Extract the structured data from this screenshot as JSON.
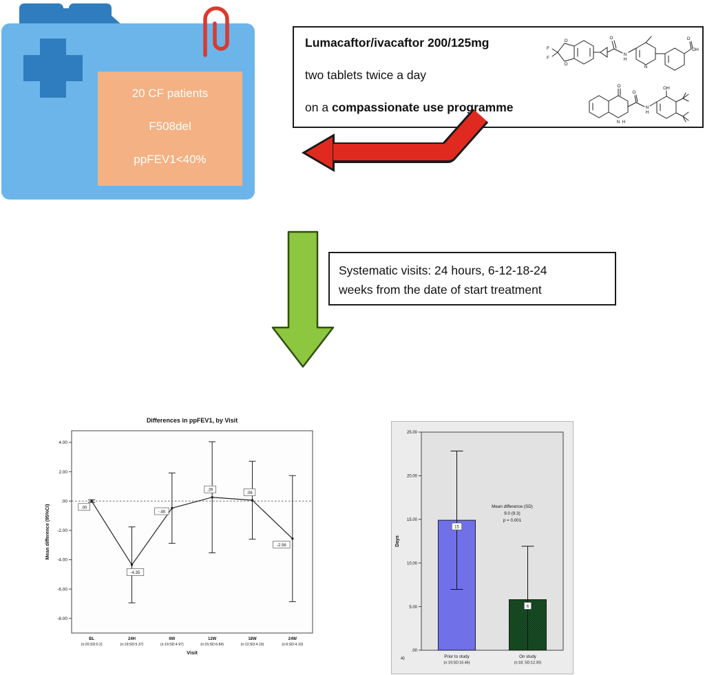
{
  "colors": {
    "folder_body": "#6cb5ea",
    "folder_tab": "#2f7dbf",
    "patient_panel": "#f4b183",
    "paperclip": "#d93a30",
    "red_arrow": "#e02a20",
    "green_arrow": "#8dc63f",
    "bar_prior": "#7070e8",
    "bar_on_study": "#1e5b2c"
  },
  "folder": {
    "lines": [
      "20 CF patients",
      "F508del",
      "ppFEV1<40%"
    ]
  },
  "drug_box": {
    "line1": "Lumacaftor/ivacaftor 200/125mg",
    "line2": "two tablets twice a day",
    "line3_prefix": "on a ",
    "line3_bold": "compassionate use programme"
  },
  "molecules": {
    "top_labels": [
      "F",
      "F",
      "O",
      "O",
      "O",
      "N",
      "H",
      "N",
      "O",
      "OH"
    ],
    "bottom_labels": [
      "O",
      "N",
      "H",
      "O",
      "N",
      "H",
      "OH"
    ]
  },
  "visits_box": {
    "line1": "Systematic visits: 24 hours, 6-12-18-24",
    "line2": "weeks from the date of start treatment"
  },
  "chart_data": [
    {
      "type": "line",
      "title": "Differences in ppFEV1, by Visit",
      "xlabel": "Visit",
      "ylabel": "Mean difference (95%CI)",
      "ylim": [
        -9.0,
        4.8
      ],
      "yticks": [
        4,
        2,
        0,
        -2,
        -4,
        -6,
        -8
      ],
      "ytick_labels": [
        "4.00",
        "2.00",
        ".00",
        "-2.00",
        "-4.00",
        "-6.00",
        "-8.00"
      ],
      "reference_line": 0,
      "grid": false,
      "categories": [
        "BL",
        "24H",
        "6W",
        "12W",
        "18W",
        "24W"
      ],
      "category_sublabels": [
        "(n:20;SD:0.2)",
        "(n:19;SD:5.37)",
        "(n:19;SD:4.97)",
        "(n:15;SD:6.84)",
        "(n:12;SD:4.19)",
        "(n:6;SD:4.10)"
      ],
      "values": [
        0.0,
        -4.35,
        -0.48,
        0.26,
        0.06,
        -2.56
      ],
      "point_labels": [
        ".00",
        "-4.35",
        "-.48",
        ".26",
        ".06",
        "-2.56"
      ],
      "ci_low": [
        -0.09,
        -6.94,
        -2.88,
        -3.53,
        -2.6,
        -6.86
      ],
      "ci_high": [
        0.09,
        -1.76,
        1.92,
        4.05,
        2.72,
        1.74
      ],
      "label_offsets": [
        [
          -11,
          9
        ],
        [
          5,
          11
        ],
        [
          -15,
          5
        ],
        [
          -3,
          -11
        ],
        [
          -4,
          -11
        ],
        [
          -16,
          9
        ]
      ]
    },
    {
      "type": "bar",
      "title": "",
      "xlabel": "",
      "ylabel": "Days",
      "ylim": [
        0,
        25
      ],
      "yticks": [
        25,
        20,
        15,
        10,
        5,
        0
      ],
      "ytick_labels": [
        "25.00",
        "20.00",
        "15.00",
        "10.00",
        "5.00",
        ".00"
      ],
      "categories": [
        "Prior to study",
        "On study"
      ],
      "category_sublabels": [
        "(n:19;SD:16.46)",
        "(n:18; SD:12.30)"
      ],
      "values": [
        14.9,
        5.8
      ],
      "bar_labels": [
        "15",
        "6"
      ],
      "ci_low": [
        6.97,
        0.0
      ],
      "ci_high": [
        22.83,
        11.92
      ],
      "annotation": [
        "Mean difference (SD)",
        "9.0 (9.3)",
        "p = 0.001"
      ],
      "corner_label": "a)"
    }
  ]
}
